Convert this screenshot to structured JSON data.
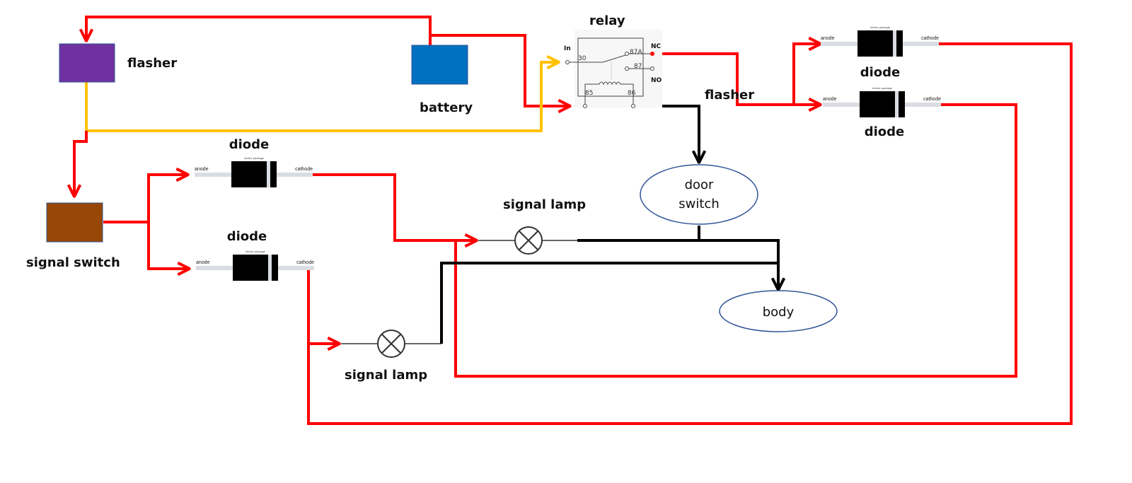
{
  "diagram": {
    "title": "Turn signal / door switch wiring diagram",
    "components": {
      "flasher_box": {
        "label": "flasher",
        "color": "#7030a0"
      },
      "battery": {
        "label": "battery",
        "color": "#0070c0"
      },
      "signal_switch": {
        "label": "signal switch",
        "color": "#974706"
      },
      "relay": {
        "label": "relay",
        "pins": {
          "in": "In",
          "p30": "30",
          "p87a": "87A",
          "p87": "87",
          "p85": "85",
          "p86": "86",
          "nc": "NC",
          "no": "NO"
        }
      },
      "relay_output_label": "flasher",
      "diodes": [
        {
          "id": "diode-top-right-1",
          "label": "diode",
          "anode": "anode",
          "cathode": "cathode",
          "package": "device package",
          "show_label": true
        },
        {
          "id": "diode-top-right-2",
          "label": "diode",
          "anode": "anode",
          "cathode": "cathode",
          "package": "device package",
          "show_label": true
        },
        {
          "id": "diode-left-1",
          "label": "diode",
          "anode": "anode",
          "cathode": "cathode",
          "package": "device package",
          "show_label": true
        },
        {
          "id": "diode-left-2",
          "label": "diode",
          "anode": "anode",
          "cathode": "cathode",
          "package": "device package",
          "show_label": true
        }
      ],
      "signal_lamp_upper": {
        "label": "signal lamp"
      },
      "signal_lamp_lower": {
        "label": "signal lamp"
      },
      "door_switch": {
        "label_line1": "door",
        "label_line2": "switch",
        "stroke": "#2f5597"
      },
      "body": {
        "label": "body",
        "stroke": "#2f5597"
      }
    },
    "wire_colors": {
      "power": "#ff0000",
      "signal": "#ffc000",
      "ground": "#000000"
    }
  }
}
